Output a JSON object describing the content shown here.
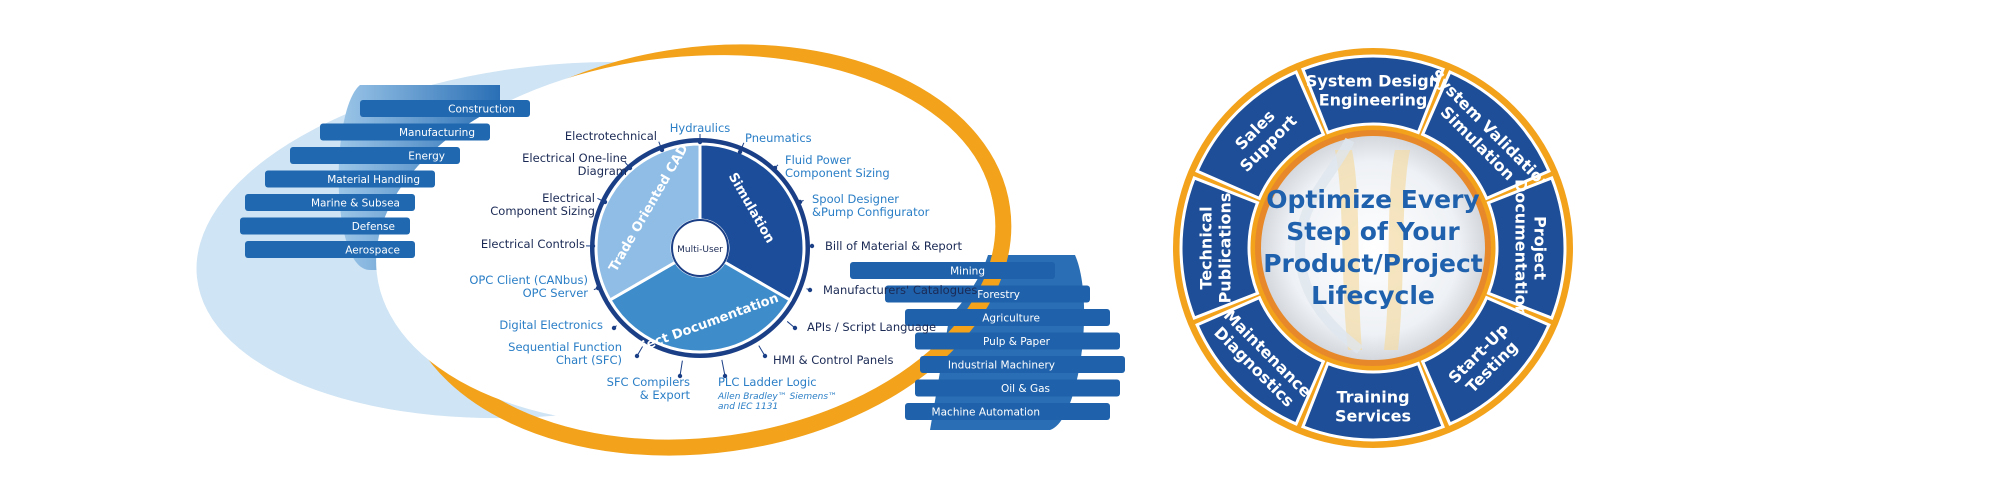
{
  "left_diagram": {
    "center_label": "Multi-User",
    "inner_segments": [
      "Trade Oriented CAD",
      "Simulation",
      "Project Documentation"
    ],
    "left_bands": [
      "Construction",
      "Manufacturing",
      "Energy",
      "Material Handling",
      "Marine & Subsea",
      "Defense",
      "Aerospace"
    ],
    "right_bands": [
      "Mining",
      "Forestry",
      "Agriculture",
      "Pulp & Paper",
      "Industrial Machinery",
      "Oil & Gas",
      "Machine Automation"
    ],
    "functions": [
      {
        "lines": [
          "Hydraulics"
        ],
        "tone": "light"
      },
      {
        "lines": [
          "Pneumatics"
        ],
        "tone": "light"
      },
      {
        "lines": [
          "Fluid Power",
          "Component Sizing"
        ],
        "tone": "light"
      },
      {
        "lines": [
          "Spool Designer",
          "&Pump Configurator"
        ],
        "tone": "light"
      },
      {
        "lines": [
          "Bill of Material & Report"
        ],
        "tone": "dark"
      },
      {
        "lines": [
          "Manufacturers' Catalogues"
        ],
        "tone": "dark"
      },
      {
        "lines": [
          "APIs / Script Language"
        ],
        "tone": "dark"
      },
      {
        "lines": [
          "HMI & Control Panels"
        ],
        "tone": "dark"
      },
      {
        "lines": [
          "PLC Ladder Logic",
          "Allen Bradley™ Siemens™",
          "and IEC 1131"
        ],
        "tone": "light"
      },
      {
        "lines": [
          "SFC Compilers",
          "& Export"
        ],
        "tone": "light"
      },
      {
        "lines": [
          "Sequential Function",
          "Chart (SFC)"
        ],
        "tone": "light"
      },
      {
        "lines": [
          "Digital Electronics"
        ],
        "tone": "light"
      },
      {
        "lines": [
          "OPC Client (CANbus)",
          "OPC Server"
        ],
        "tone": "light"
      },
      {
        "lines": [
          "Electrical Controls"
        ],
        "tone": "dark"
      },
      {
        "lines": [
          "Electrical",
          "Component Sizing"
        ],
        "tone": "dark"
      },
      {
        "lines": [
          "Electrical One-line",
          "Diagram"
        ],
        "tone": "dark"
      },
      {
        "lines": [
          "Electrotechnical"
        ],
        "tone": "dark"
      }
    ]
  },
  "right_diagram": {
    "hub_lines": [
      "Optimize Every",
      "Step of Your",
      "Product/Project",
      "Lifecycle"
    ],
    "segments": [
      [
        "System Design",
        "Engineering"
      ],
      [
        "System Validation",
        "Simulation"
      ],
      [
        "Project",
        "Documentation"
      ],
      [
        "Start-Up",
        "Testing"
      ],
      [
        "Training",
        "Services"
      ],
      [
        "Maintenance",
        "Diagnostics"
      ],
      [
        "Technical",
        "Publications"
      ],
      [
        "Sales",
        "Support"
      ]
    ]
  },
  "colors": {
    "navy": "#1b3f86",
    "blue": "#1f6db4",
    "light_blue": "#9ec4e6",
    "orange": "#f2a21b",
    "teal_band": "#3a86c3"
  }
}
